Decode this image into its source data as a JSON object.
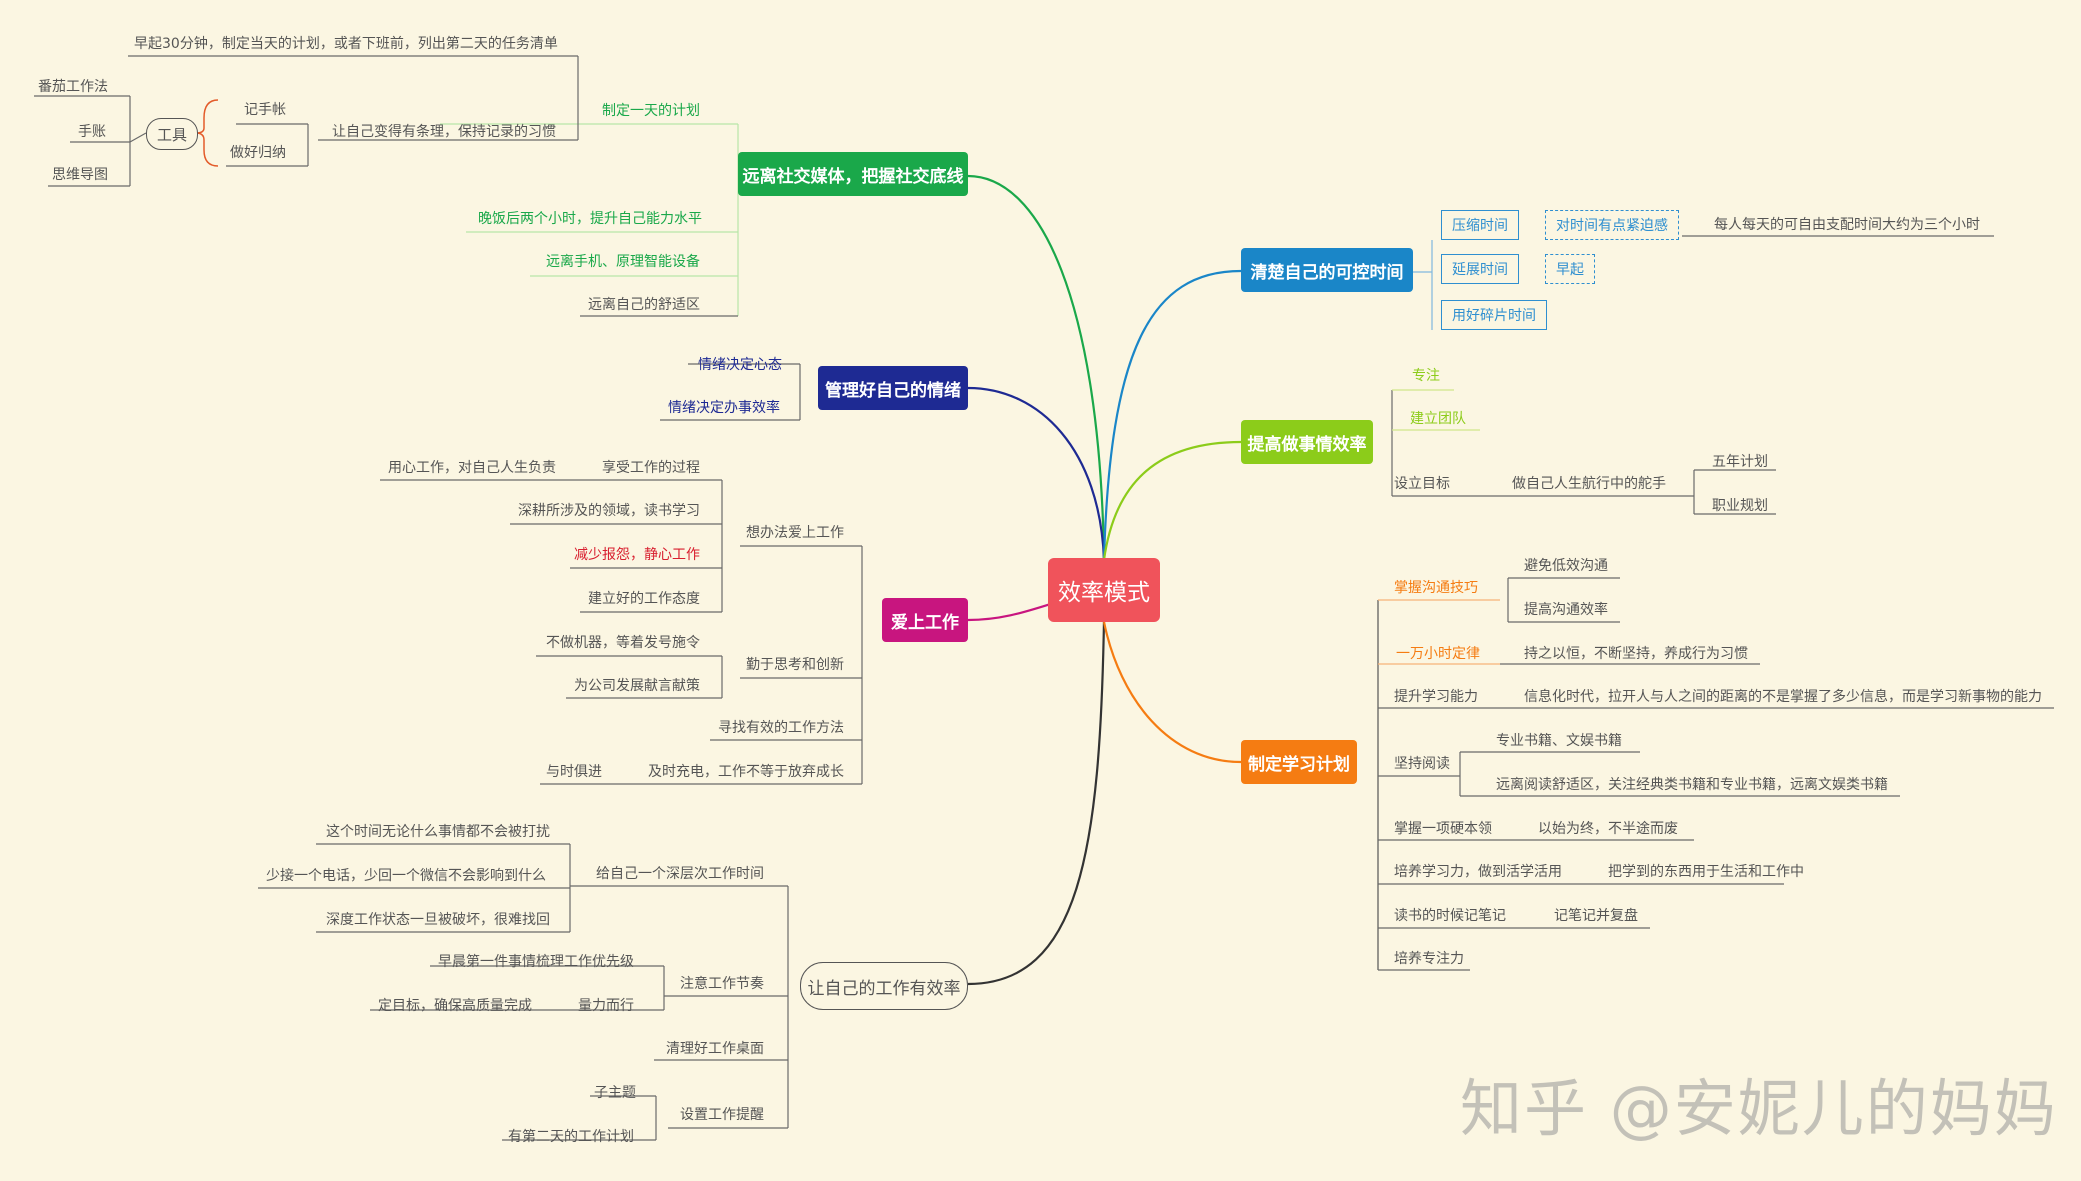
{
  "root": "效率模式",
  "watermark": "知乎 @安妮儿的妈妈",
  "colors": {
    "background": "#fbf6e2",
    "root": "#f0535b",
    "social": "#1aa84a",
    "emotion": "#1e2a93",
    "love_work": "#c8157f",
    "efficient": "#333333",
    "time": "#1a86c8",
    "efficiency": "#8ccc1a",
    "study": "#f57c12"
  },
  "left": {
    "social": {
      "title": "远离社交媒体，把握社交底线",
      "plan": "制定一天的计划",
      "morning": "早起30分钟，制定当天的计划，或者下班前，列出第二天的任务清单",
      "habit": "让自己变得有条理，保持记录的习惯",
      "notebook": "记手帐",
      "summarize": "做好归纳",
      "tools": "工具",
      "tomato": "番茄工作法",
      "handbook": "手账",
      "mindmap": "思维导图",
      "evening": "晚饭后两个小时，提升自己能力水平",
      "phone": "远离手机、原理智能设备",
      "comfort": "远离自己的舒适区"
    },
    "emotion": {
      "title": "管理好自己的情绪",
      "mindset": "情绪决定心态",
      "efficiency": "情绪决定办事效率"
    },
    "love": {
      "title": "爱上工作",
      "b1": "想办法爱上工作",
      "enjoy": "享受工作的过程",
      "responsible": "用心工作，对自己人生负责",
      "study": "深耕所涉及的领域，读书学习",
      "complain": "减少报怨，静心工作",
      "attitude": "建立好的工作态度",
      "b2": "勤于思考和创新",
      "machine": "不做机器，等着发号施令",
      "advice": "为公司发展献言献策",
      "method": "寻找有效的工作方法",
      "b4": "及时充电，工作不等于放弃成长",
      "times": "与时俱进"
    },
    "efficient": {
      "title": "让自己的工作有效率",
      "deep": "给自己一个深层次工作时间",
      "undisturbed": "这个时间无论什么事情都不会被打扰",
      "phone": "少接一个电话，少回一个微信不会影响到什么",
      "broken": "深度工作状态一旦被破坏，很难找回",
      "rhythm": "注意工作节奏",
      "priority": "早晨第一件事情梳理工作优先级",
      "capacity": "量力而行",
      "goal": "定目标，确保高质量完成",
      "desk": "清理好工作桌面",
      "reminder": "设置工作提醒",
      "subtopic": "子主题",
      "tomorrow": "有第二天的工作计划"
    }
  },
  "right": {
    "time": {
      "title": "清楚自己的可控时间",
      "compress": "压缩时间",
      "urgency": "对时间有点紧迫感",
      "free": "每人每天的可自由支配时间大约为三个小时",
      "extend": "延展时间",
      "early": "早起",
      "fragment": "用好碎片时间"
    },
    "efficiency": {
      "title": "提高做事情效率",
      "focus": "专注",
      "team": "建立团队",
      "goal": "设立目标",
      "helmsman": "做自己人生航行中的舵手",
      "five": "五年计划",
      "career": "职业规划"
    },
    "study": {
      "title": "制定学习计划",
      "comm": "掌握沟通技巧",
      "avoid": "避免低效沟通",
      "improve": "提高沟通效率",
      "tenk": "一万小时定律",
      "persist": "持之以恒，不断坚持，养成行为习惯",
      "ability": "提升学习能力",
      "ability_note": "信息化时代，拉开人与人之间的距离的不是掌握了多少信息，而是学习新事物的能力",
      "reading": "坚持阅读",
      "books": "专业书籍、文娱书籍",
      "books2": "远离阅读舒适区，关注经典类书籍和专业书籍，远离文娱类书籍",
      "skill": "掌握一项硬本领",
      "skill_note": "以始为终，不半途而废",
      "apply": "培养学习力，做到活学活用",
      "apply_note": "把学到的东西用于生活和工作中",
      "notes": "读书的时候记笔记",
      "notes_note": "记笔记并复盘",
      "concentration": "培养专注力"
    }
  }
}
